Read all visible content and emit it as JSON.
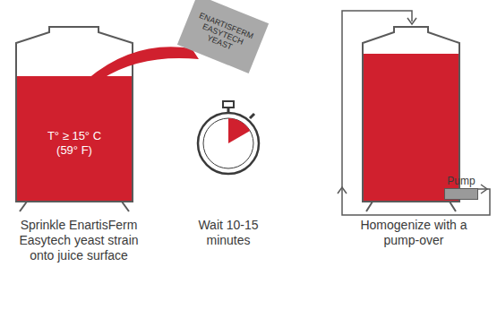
{
  "diagram": {
    "nodes": [
      {
        "text": [
          "ENARTISFERM EASYTECH YEAST"
        ]
      },
      {
        "text": [
          "T° ≥ 15° C (59° F)"
        ]
      },
      {
        "text": [
          "Pump"
        ]
      }
    ],
    "labels": [
      "Sprinkle EnartisFerm Easytech yeast strain onto juice surface",
      "Wait 10-15 minutes",
      "Homogenize with a pump-over"
    ]
  }
}
